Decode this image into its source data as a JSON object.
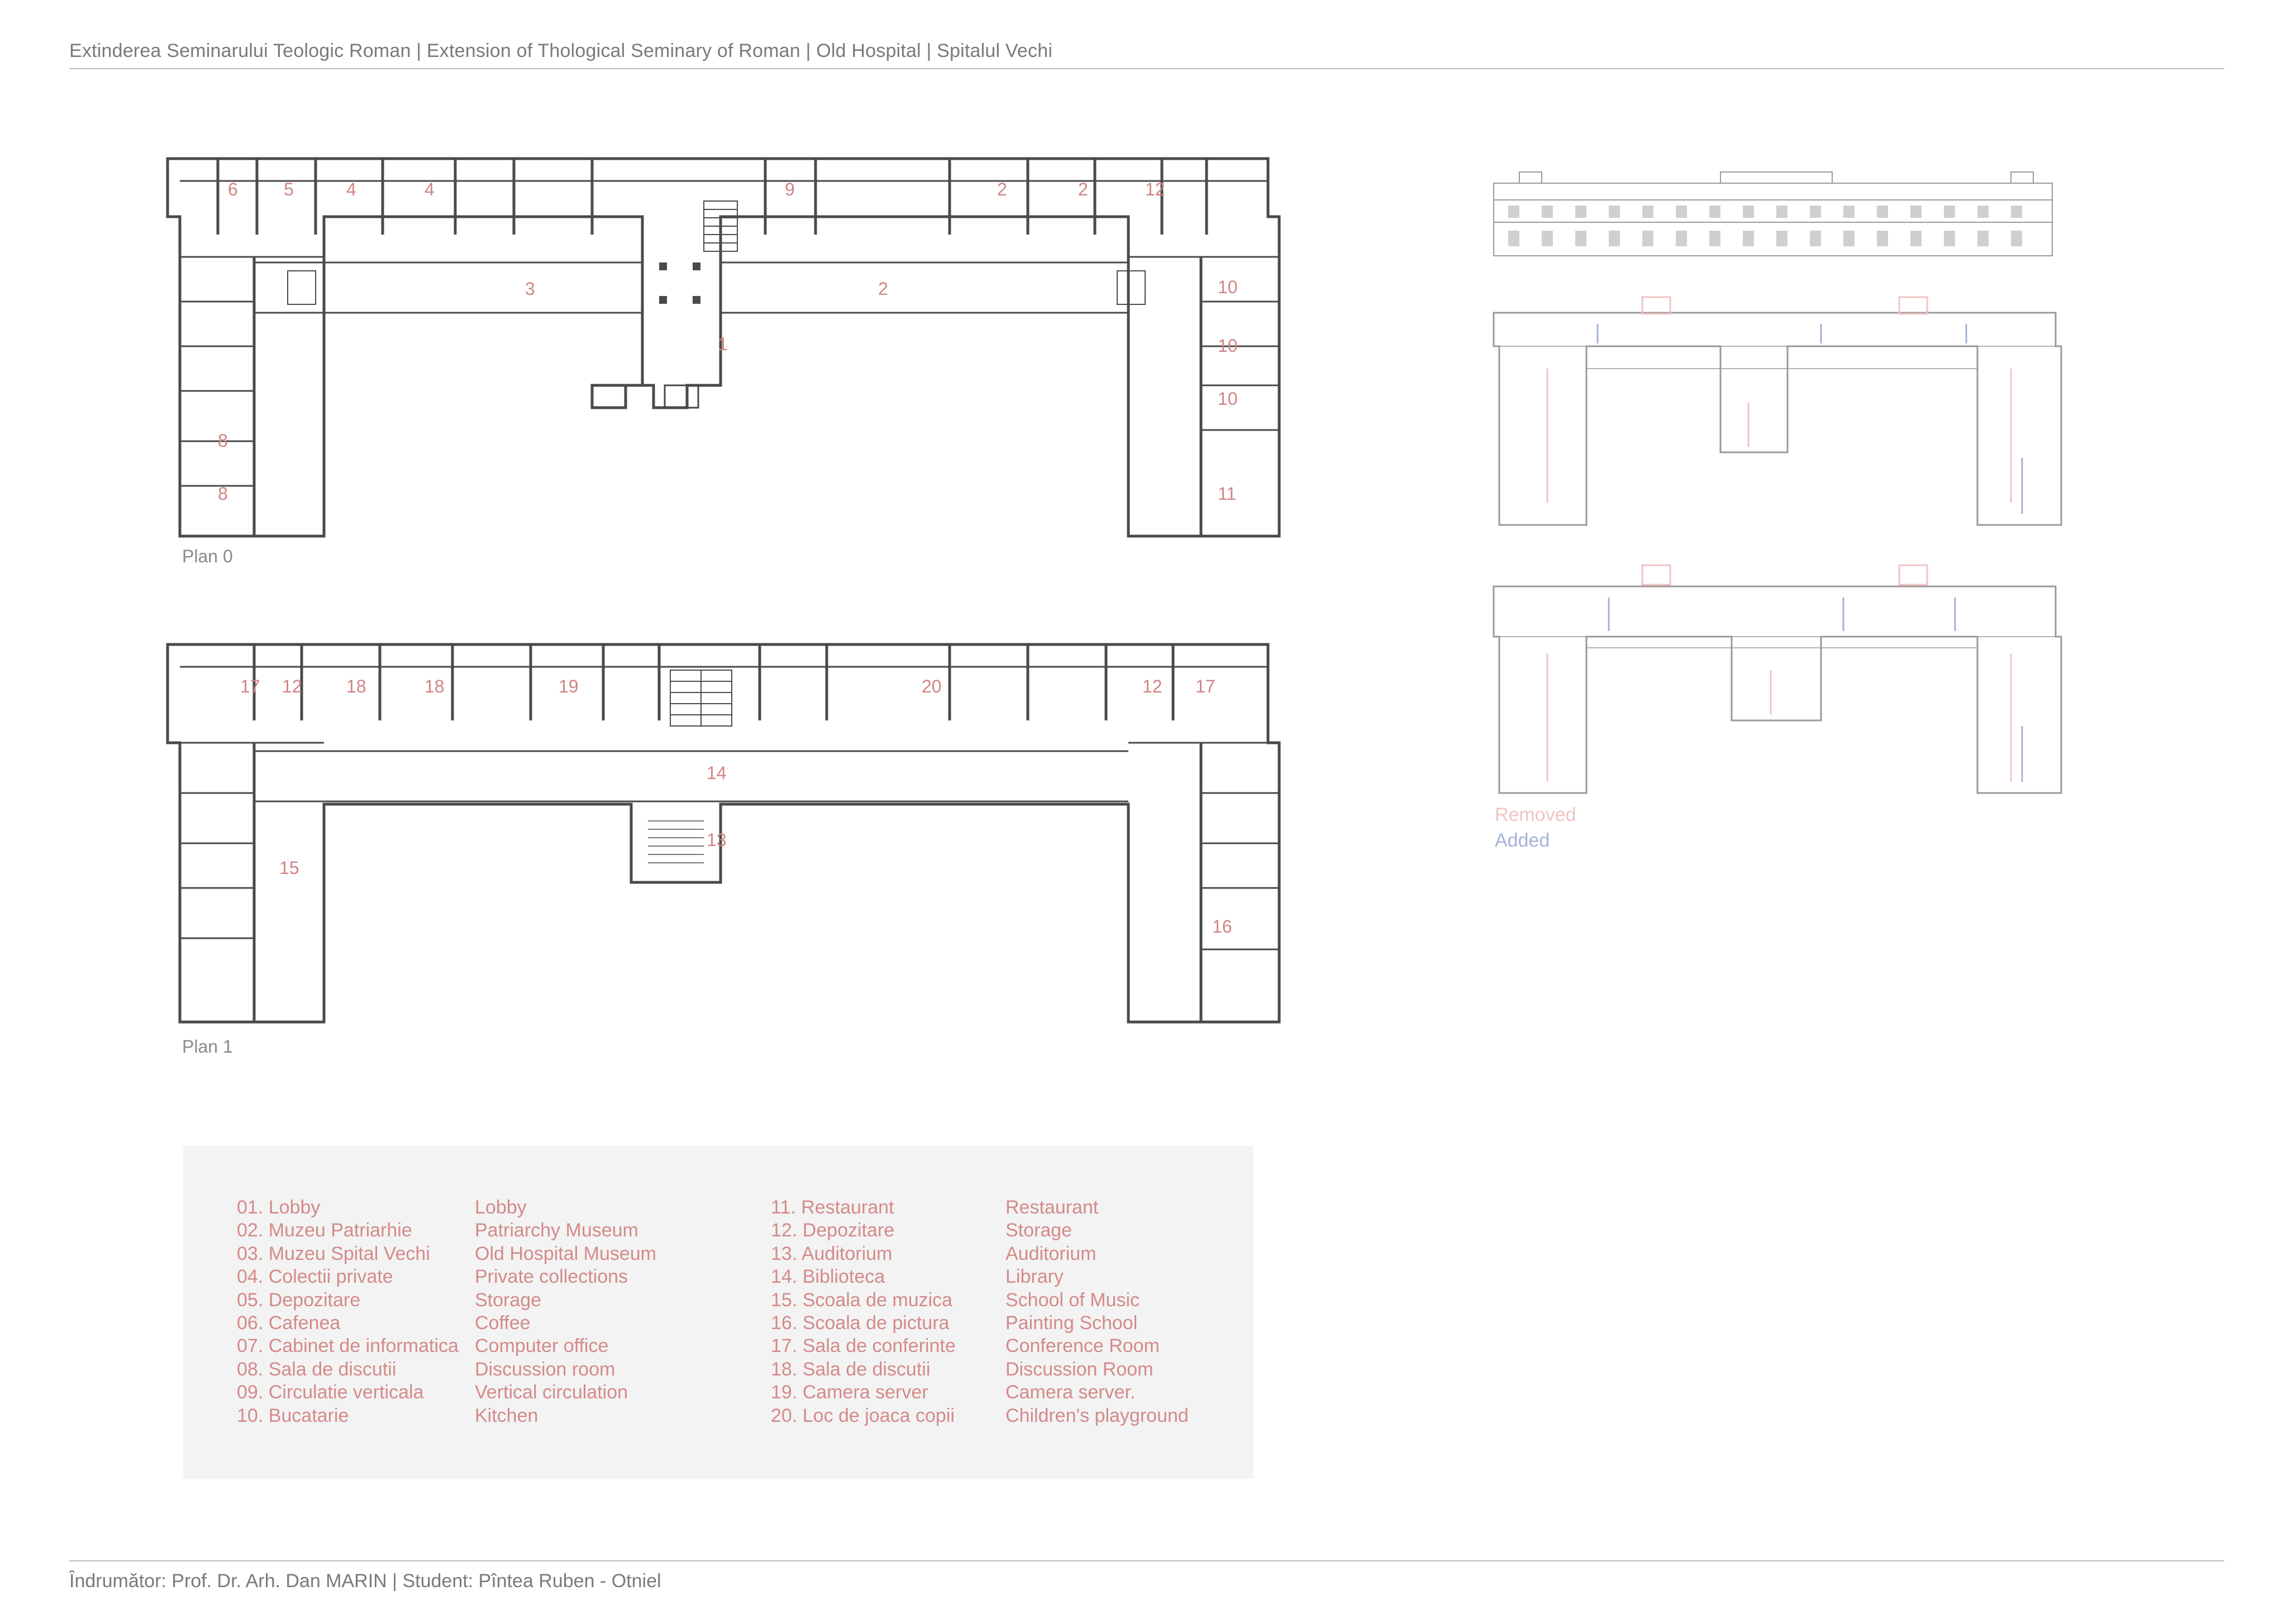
{
  "header": {
    "title": "Extinderea Seminarului Teologic Roman | Extension of Thological Seminary of Roman | Old Hospital | Spitalul Vechi"
  },
  "footer": {
    "text": "Îndrumător: Prof. Dr. Arh. Dan MARIN | Student: Pîntea Ruben - Otniel"
  },
  "plans": {
    "plan0_label": "Plan 0",
    "plan1_label": "Plan 1"
  },
  "plan0_rooms": [
    "6",
    "5",
    "4",
    "4",
    "9",
    "2",
    "2",
    "12",
    "3",
    "2",
    "1",
    "10",
    "10",
    "10",
    "11",
    "8",
    "8"
  ],
  "plan1_rooms": [
    "17",
    "12",
    "18",
    "18",
    "19",
    "20",
    "12",
    "17",
    "14",
    "13",
    "15",
    "16"
  ],
  "legend": {
    "left_ro": [
      "01. Lobby",
      "02. Muzeu Patriarhie",
      "03. Muzeu Spital Vechi",
      "04. Colectii private",
      "05. Depozitare",
      "06. Cafenea",
      "07. Cabinet de informatica",
      "08. Sala de discutii",
      "09. Circulatie verticala",
      "10. Bucatarie"
    ],
    "left_en": [
      "Lobby",
      "Patriarchy Museum",
      "Old Hospital Museum",
      "Private collections",
      "Storage",
      "Coffee",
      "Computer office",
      "Discussion room",
      "Vertical circulation",
      "Kitchen"
    ],
    "right_ro": [
      "11. Restaurant",
      "12. Depozitare",
      "13. Auditorium",
      "14. Biblioteca",
      "15. Scoala de muzica",
      "16. Scoala de pictura",
      "17. Sala de conferinte",
      "18. Sala de discutii",
      "19. Camera server",
      "20. Loc de joaca copii"
    ],
    "right_en": [
      "Restaurant",
      "Storage",
      "Auditorium",
      "Library",
      "School of Music",
      "Painting School",
      "Conference Room",
      "Discussion Room",
      "Camera server.",
      "Children's playground"
    ]
  },
  "key": {
    "removed": "Removed",
    "added": "Added"
  },
  "colors": {
    "room_number": "#d08585",
    "removed": "#f0c4c4",
    "added": "#a4b2da",
    "wall": "#4a4a4a",
    "legend_bg": "#f3f3f3"
  }
}
